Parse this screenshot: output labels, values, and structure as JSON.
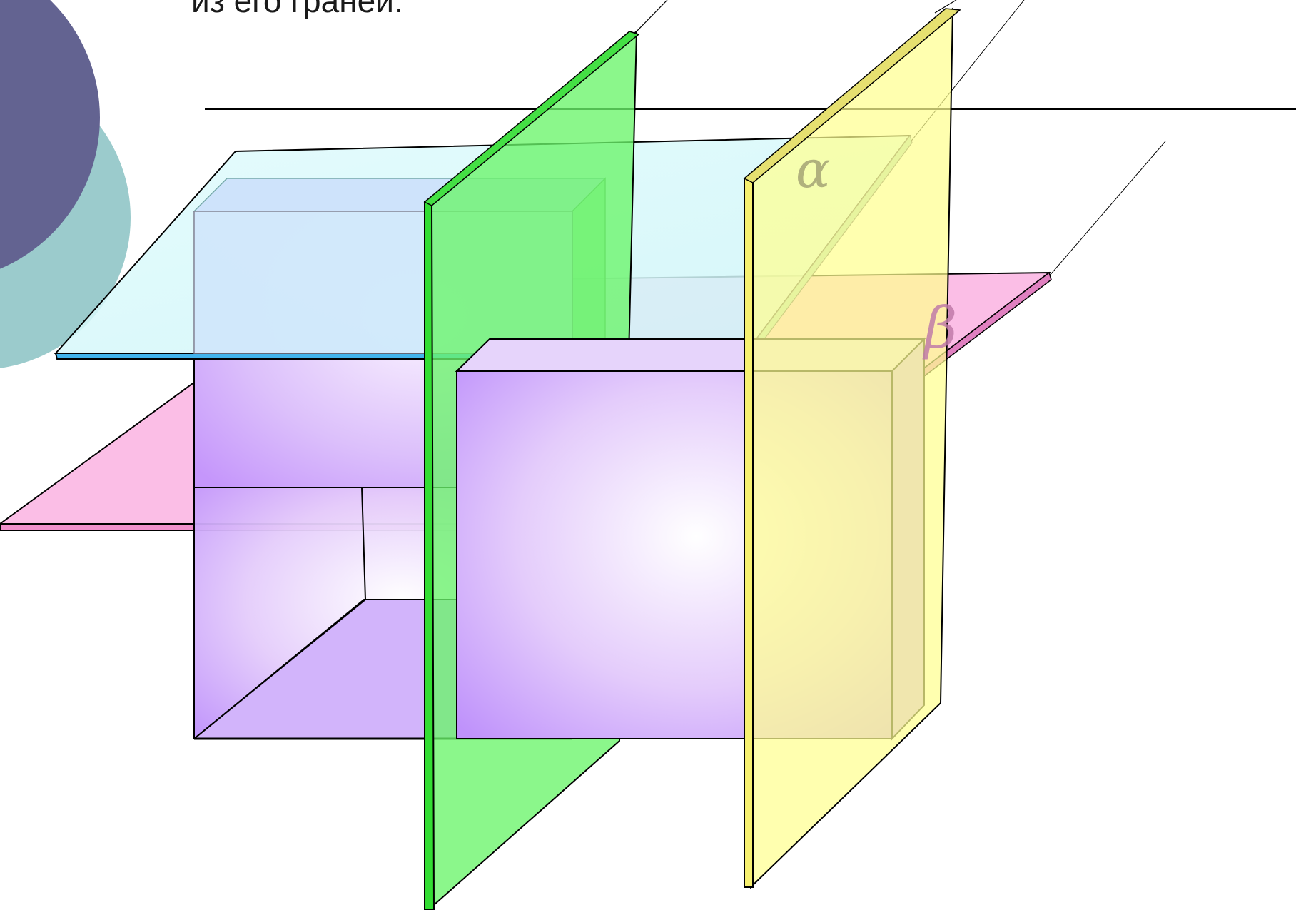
{
  "slide": {
    "text_line": "из его граней."
  },
  "diagram": {
    "label_alpha": "α",
    "label_beta": "β"
  },
  "colors": {
    "deco_circle_dark": "#636391",
    "deco_circle_teal": "#9bcbcc",
    "plane_cyan": "#d8f8fa",
    "plane_pink": "#fbb8e4",
    "plane_green": "#6af56a",
    "plane_yellow": "#ffffa8",
    "box_purple": "#c8a0fc",
    "label_alpha": "#a8a878",
    "label_beta": "#c07aa8"
  }
}
